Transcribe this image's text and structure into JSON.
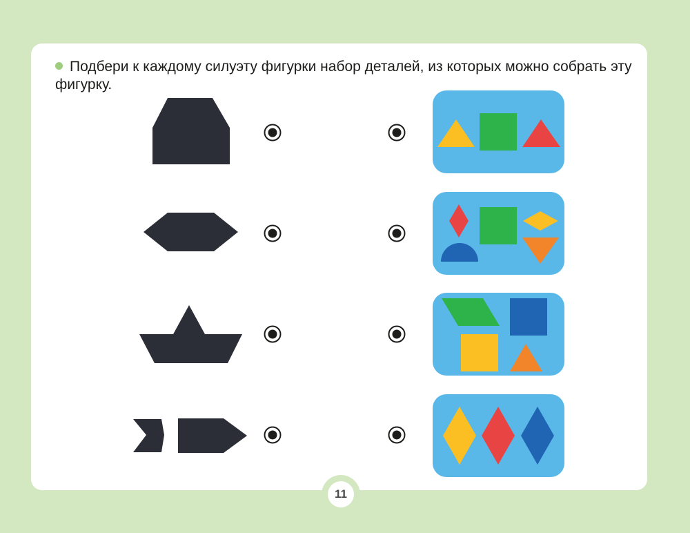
{
  "instruction": {
    "text": "Подбери к каждому силуэту фигурки набор деталей, из которых можно собрать эту фигурку."
  },
  "page": {
    "number": "11"
  },
  "silhouettes": [
    "house",
    "hexagon",
    "boat",
    "fish"
  ],
  "piece_sets": [
    [
      "yellow-triangle",
      "green-square",
      "red-triangle"
    ],
    [
      "red-rhombus",
      "green-square",
      "yellow-rhombus",
      "blue-semicircle",
      "orange-triangle"
    ],
    [
      "green-parallelogram",
      "blue-square",
      "yellow-square",
      "orange-triangle"
    ],
    [
      "yellow-rhombus",
      "red-rhombus",
      "blue-rhombus"
    ]
  ],
  "colors": {
    "page_background": "#d3e8c0",
    "card": "#ffffff",
    "silhouette": "#2b2d37",
    "set_background": "#5ab8e8",
    "yellow": "#fbbf24",
    "green": "#2db34a",
    "red": "#e84444",
    "blue": "#2065b4",
    "orange": "#f2852a",
    "bullet": "#9fcd7e"
  }
}
